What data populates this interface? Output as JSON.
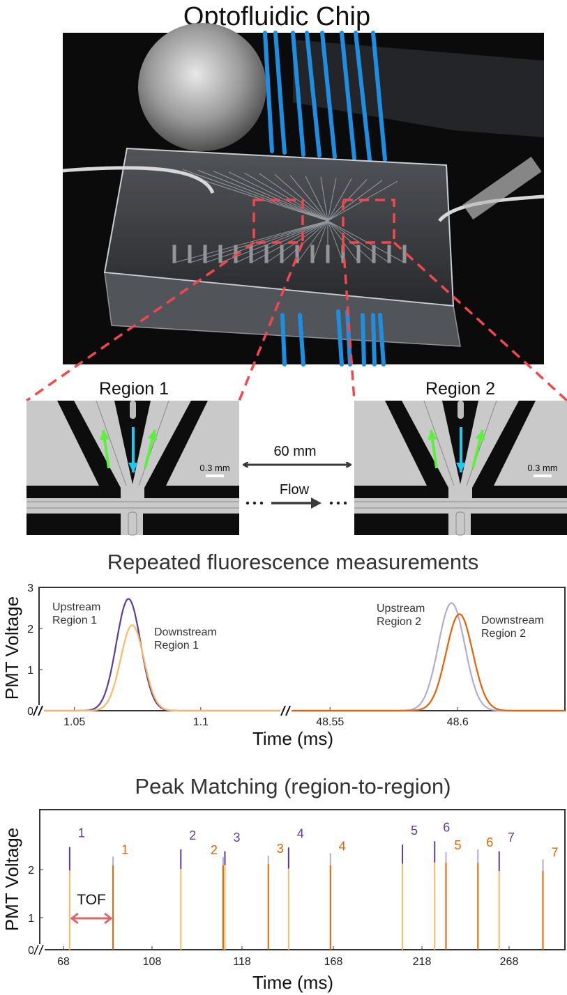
{
  "title": "Optofluidic Chip",
  "colors": {
    "dashed_box": "#f0484e",
    "upstream": "#5a3d9a",
    "upstream_light": "#b2abd2",
    "downstream": "#e66101",
    "downstream_light": "#fdb863",
    "tube_blue": "#1e8fe0",
    "cyan_arrow": "#1ec8f0",
    "green_arrow": "#5cf03c",
    "tof_arrow": "#d9676b"
  },
  "regions": [
    {
      "label": "Region 1",
      "scale_bar": "0.3 mm"
    },
    {
      "label": "Region 2",
      "scale_bar": "0.3 mm"
    }
  ],
  "distance_label": "60 mm",
  "flow_label": "Flow",
  "chart_data": [
    {
      "type": "line",
      "title": "Repeated fluorescence measurements",
      "xlabel": "Time (ms)",
      "ylabel": "PMT Voltage",
      "ylim": [
        0,
        3
      ],
      "yticks": [
        0,
        1,
        2,
        3
      ],
      "broken_x_axis": true,
      "x_segments": [
        {
          "range": [
            1.036,
            1.134
          ],
          "ticks": [
            1.05,
            1.1
          ],
          "tick_labels": [
            "1.05",
            "1.1"
          ]
        },
        {
          "range": [
            48.533,
            48.642
          ],
          "ticks": [
            48.55,
            48.6
          ],
          "tick_labels": [
            "48.55",
            "48.6"
          ]
        }
      ],
      "series": [
        {
          "name": "Upstream\nRegion 1",
          "segment": 0,
          "color": "#5a3d9a",
          "peak_center": 1.0714,
          "peak_amplitude": 2.72,
          "peak_sigma": 0.0048
        },
        {
          "name": "Downstream\nRegion 1",
          "segment": 0,
          "color": "#fdb863",
          "peak_center": 1.0729,
          "peak_amplitude": 2.08,
          "peak_sigma": 0.0046
        },
        {
          "name": "Upstream\nRegion 2",
          "segment": 1,
          "color": "#b2abd2",
          "peak_center": 48.5976,
          "peak_amplitude": 2.62,
          "peak_sigma": 0.0052
        },
        {
          "name": "Downstream\nRegion 2",
          "segment": 1,
          "color": "#e66101",
          "peak_center": 48.6007,
          "peak_amplitude": 2.35,
          "peak_sigma": 0.0052
        }
      ],
      "grid": false
    },
    {
      "type": "bar",
      "title": "Peak Matching (region-to-region)",
      "xlabel": "Time (ms)",
      "ylabel": "PMT Voltage",
      "yticks": [
        0,
        1,
        2
      ],
      "broken_x_axis": true,
      "x_tick_labels": [
        "68",
        "108",
        "118",
        "168",
        "218",
        "268"
      ],
      "annotation": "TOF",
      "upstream_peaks": [
        {
          "label": "1",
          "time": 70.8,
          "peak": 2.47,
          "overlap": 1.98
        },
        {
          "label": "2",
          "time": 111.2,
          "peak": 2.42,
          "overlap": 2.01
        },
        {
          "label": "3",
          "time": 116.1,
          "peak": 2.38,
          "overlap": 2.09
        },
        {
          "label": "4",
          "time": 143.5,
          "peak": 2.46,
          "overlap": 2.02
        },
        {
          "label": "5",
          "time": 207.0,
          "peak": 2.52,
          "overlap": 2.12
        },
        {
          "label": "6",
          "time": 225.3,
          "peak": 2.59,
          "overlap": 2.15
        },
        {
          "label": "7",
          "time": 262.3,
          "peak": 2.38,
          "overlap": 1.97
        }
      ],
      "downstream_peaks": [
        {
          "label": "1",
          "time": 90.4,
          "peak": 2.27,
          "overlap": 2.09
        },
        {
          "label": "2",
          "time": 115.9,
          "peak": 2.26,
          "overlap": 2.09
        },
        {
          "label": "3",
          "time": 132.4,
          "peak": 2.29,
          "overlap": 2.12
        },
        {
          "label": "4",
          "time": 166.4,
          "peak": 2.34,
          "overlap": 2.09
        },
        {
          "label": "5",
          "time": 231.8,
          "peak": 2.36,
          "overlap": 2.14
        },
        {
          "label": "6",
          "time": 250.1,
          "peak": 2.42,
          "overlap": 2.14
        },
        {
          "label": "7",
          "time": 287.4,
          "peak": 2.21,
          "overlap": 1.98
        }
      ],
      "grid": false
    }
  ]
}
